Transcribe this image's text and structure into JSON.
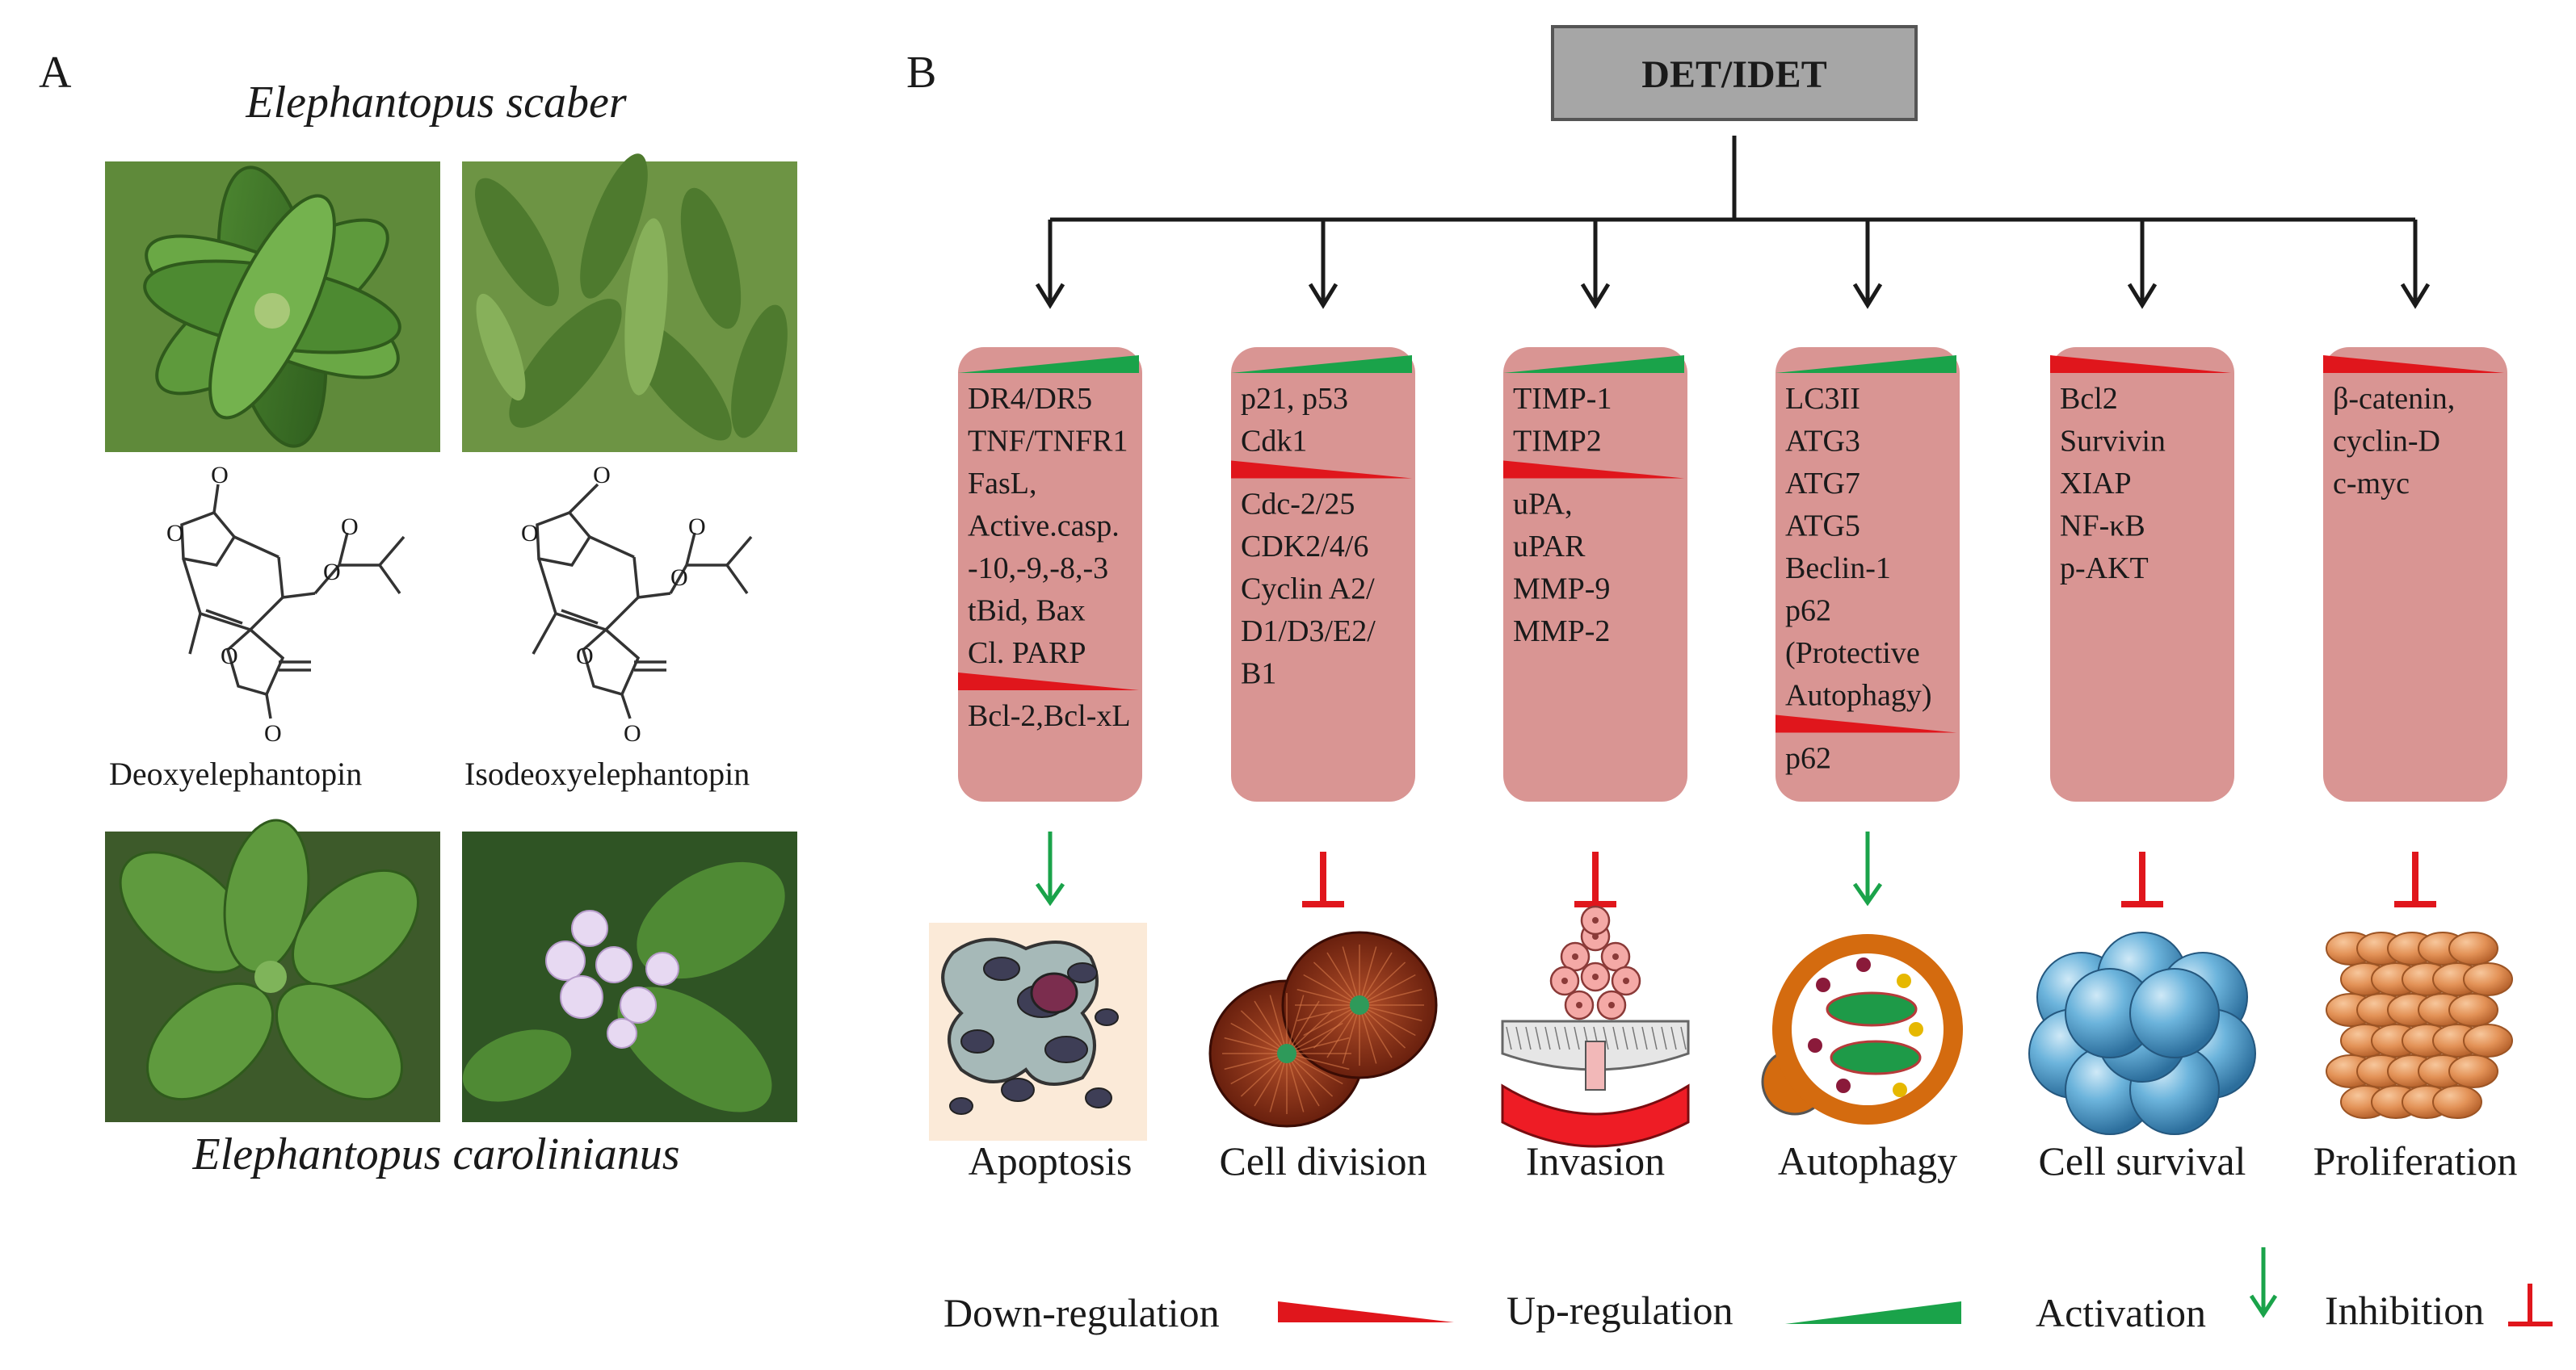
{
  "panel_a": {
    "letter": "A",
    "title_top": "Elephantopus scaber",
    "title_bottom": "Elephantopus carolinianus",
    "compounds": [
      "Deoxyelephantopin",
      "Isodeoxyelephantopin"
    ],
    "photos": [
      "leaf-rosette-photo",
      "field-plants-photo",
      "broadleaf-plant-photo",
      "flower-photo"
    ]
  },
  "panel_b": {
    "letter": "B",
    "root": "DET/IDET",
    "colors": {
      "box_fill": "#d99593",
      "up_regulation": "#1aa34a",
      "down_regulation": "#e0161c",
      "activation_arrow": "#1aa34a",
      "inhibition_mark": "#e0161c",
      "root_fill": "#a6a6a6"
    },
    "pathways": [
      {
        "outcome": "Apoptosis",
        "effect": "activation",
        "icon": "apoptosis-cells-icon",
        "sections": [
          {
            "direction": "up",
            "items": [
              "DR4/DR5",
              "TNF/TNFR1",
              "FasL,",
              "Active.casp.",
              "-10,-9,-8,-3",
              "tBid, Bax",
              "Cl. PARP"
            ]
          },
          {
            "direction": "down",
            "items": [
              "Bcl-2,Bcl-xL"
            ]
          }
        ]
      },
      {
        "outcome": "Cell division",
        "effect": "inhibition",
        "icon": "dividing-cell-icon",
        "sections": [
          {
            "direction": "up",
            "items": [
              "p21,  p53",
              "Cdk1"
            ]
          },
          {
            "direction": "down",
            "items": [
              "Cdc-2/25",
              "CDK2/4/6",
              "Cyclin A2/",
              "D1/D3/E2/",
              "B1"
            ]
          }
        ]
      },
      {
        "outcome": "Invasion",
        "effect": "inhibition",
        "icon": "invasion-tissue-icon",
        "sections": [
          {
            "direction": "up",
            "items": [
              "TIMP-1",
              "TIMP2"
            ]
          },
          {
            "direction": "down",
            "items": [
              "uPA,",
              "uPAR",
              "MMP-9",
              "MMP-2"
            ]
          }
        ]
      },
      {
        "outcome": "Autophagy",
        "effect": "activation",
        "icon": "autophagosome-icon",
        "sections": [
          {
            "direction": "up",
            "items": [
              "LC3II",
              "ATG3",
              "ATG7",
              "ATG5",
              "Beclin-1",
              "p62",
              "(Protective",
              "Autophagy)"
            ]
          },
          {
            "direction": "down",
            "items": [
              "p62"
            ]
          }
        ]
      },
      {
        "outcome": "Cell survival",
        "effect": "inhibition",
        "icon": "blue-cell-cluster-icon",
        "sections": [
          {
            "direction": "down",
            "items": [
              "Bcl2",
              "Survivin",
              "XIAP",
              "NF-κB",
              "p-AKT"
            ]
          }
        ]
      },
      {
        "outcome": "Proliferation",
        "effect": "inhibition",
        "icon": "orange-cell-cluster-icon",
        "sections": [
          {
            "direction": "down",
            "items": [
              "β-catenin,",
              "cyclin-D",
              " c-myc"
            ]
          }
        ]
      }
    ],
    "legend": {
      "down": "Down-regulation",
      "up": "Up-regulation",
      "activation": "Activation",
      "inhibition": "Inhibition"
    }
  }
}
